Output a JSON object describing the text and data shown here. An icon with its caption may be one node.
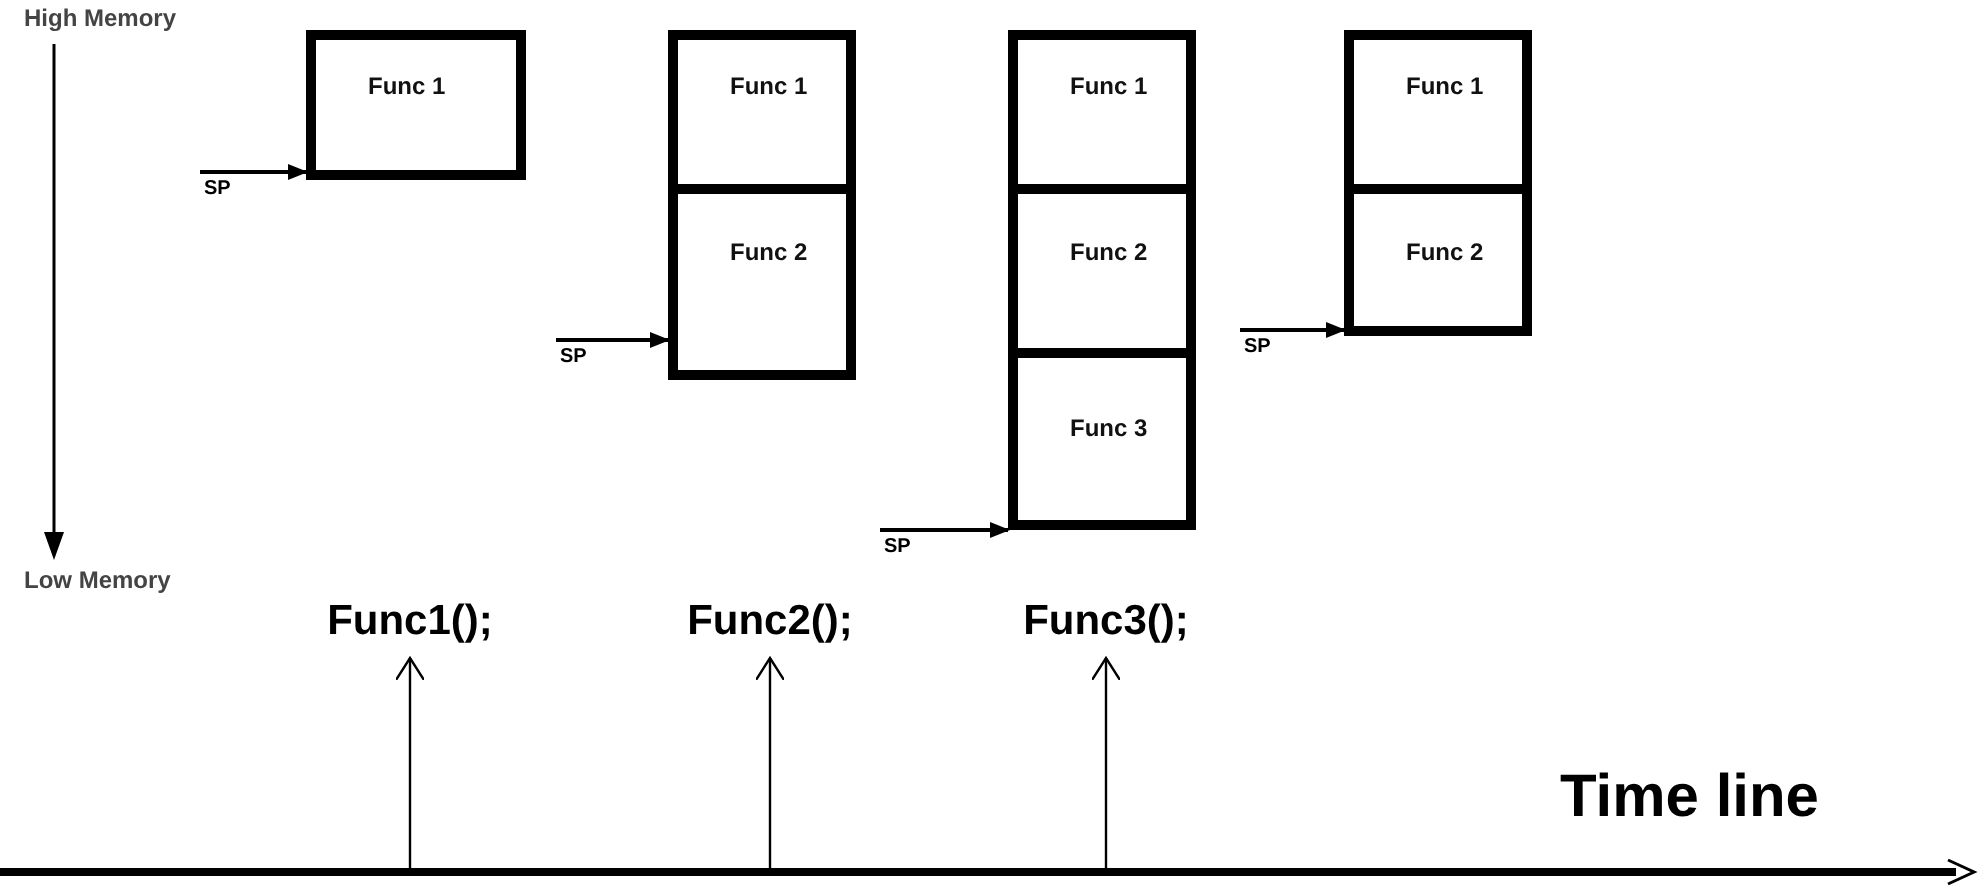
{
  "diagram": {
    "nodes": [
      {
        "text": [
          "Func 1"
        ]
      },
      {
        "text": [
          "Func 1"
        ]
      },
      {
        "text": [
          "Func 2"
        ]
      },
      {
        "text": [
          "Func 1"
        ]
      },
      {
        "text": [
          "Func 2"
        ]
      },
      {
        "text": [
          "Func 3"
        ]
      },
      {
        "text": [
          "Func 1"
        ]
      },
      {
        "text": [
          "Func 2"
        ]
      },
      {
        "text": [
          "Func1();"
        ]
      },
      {
        "text": [
          "Func2();"
        ]
      },
      {
        "text": [
          "Func3();"
        ]
      }
    ],
    "edges": [
      {
        "from": null,
        "to": 0,
        "arrow": "to",
        "label": "SP"
      },
      {
        "from": null,
        "to": 2,
        "arrow": "to",
        "label": "SP"
      },
      {
        "from": null,
        "to": 5,
        "arrow": "to",
        "label": "SP"
      },
      {
        "from": null,
        "to": 7,
        "arrow": "to",
        "label": "SP"
      },
      {
        "from": null,
        "to": 8,
        "arrow": "to"
      },
      {
        "from": null,
        "to": 9,
        "arrow": "to"
      },
      {
        "from": null,
        "to": 10,
        "arrow": "to"
      }
    ],
    "labels": [
      "High Memory",
      "Low Memory",
      "Time line"
    ]
  }
}
